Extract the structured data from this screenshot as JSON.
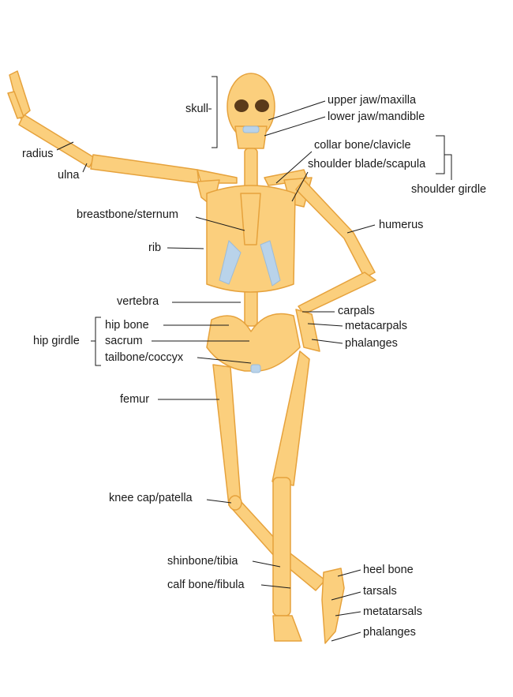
{
  "colors": {
    "bone": "#fbcf7d",
    "bone_stroke": "#e6a23c",
    "cartilage": "#b9d3ea",
    "line": "#1a1a1a"
  },
  "labels": {
    "skull": "skull",
    "upper_jaw": "upper jaw/maxilla",
    "lower_jaw": "lower jaw/mandible",
    "clavicle": "collar bone/clavicle",
    "scapula": "shoulder blade/scapula",
    "shoulder_girdle": "shoulder girdle",
    "radius": "radius",
    "ulna": "ulna",
    "sternum": "breastbone/sternum",
    "rib": "rib",
    "humerus": "humerus",
    "vertebra": "vertebra",
    "carpals": "carpals",
    "metacarpals": "metacarpals",
    "hand_phalanges": "phalanges",
    "hip_bone": "hip bone",
    "sacrum": "sacrum",
    "coccyx": "tailbone/coccyx",
    "hip_girdle": "hip girdle",
    "femur": "femur",
    "patella": "knee cap/patella",
    "tibia": "shinbone/tibia",
    "fibula": "calf bone/fibula",
    "heel_bone": "heel bone",
    "tarsals": "tarsals",
    "metatarsals": "metatarsals",
    "foot_phalanges": "phalanges"
  }
}
